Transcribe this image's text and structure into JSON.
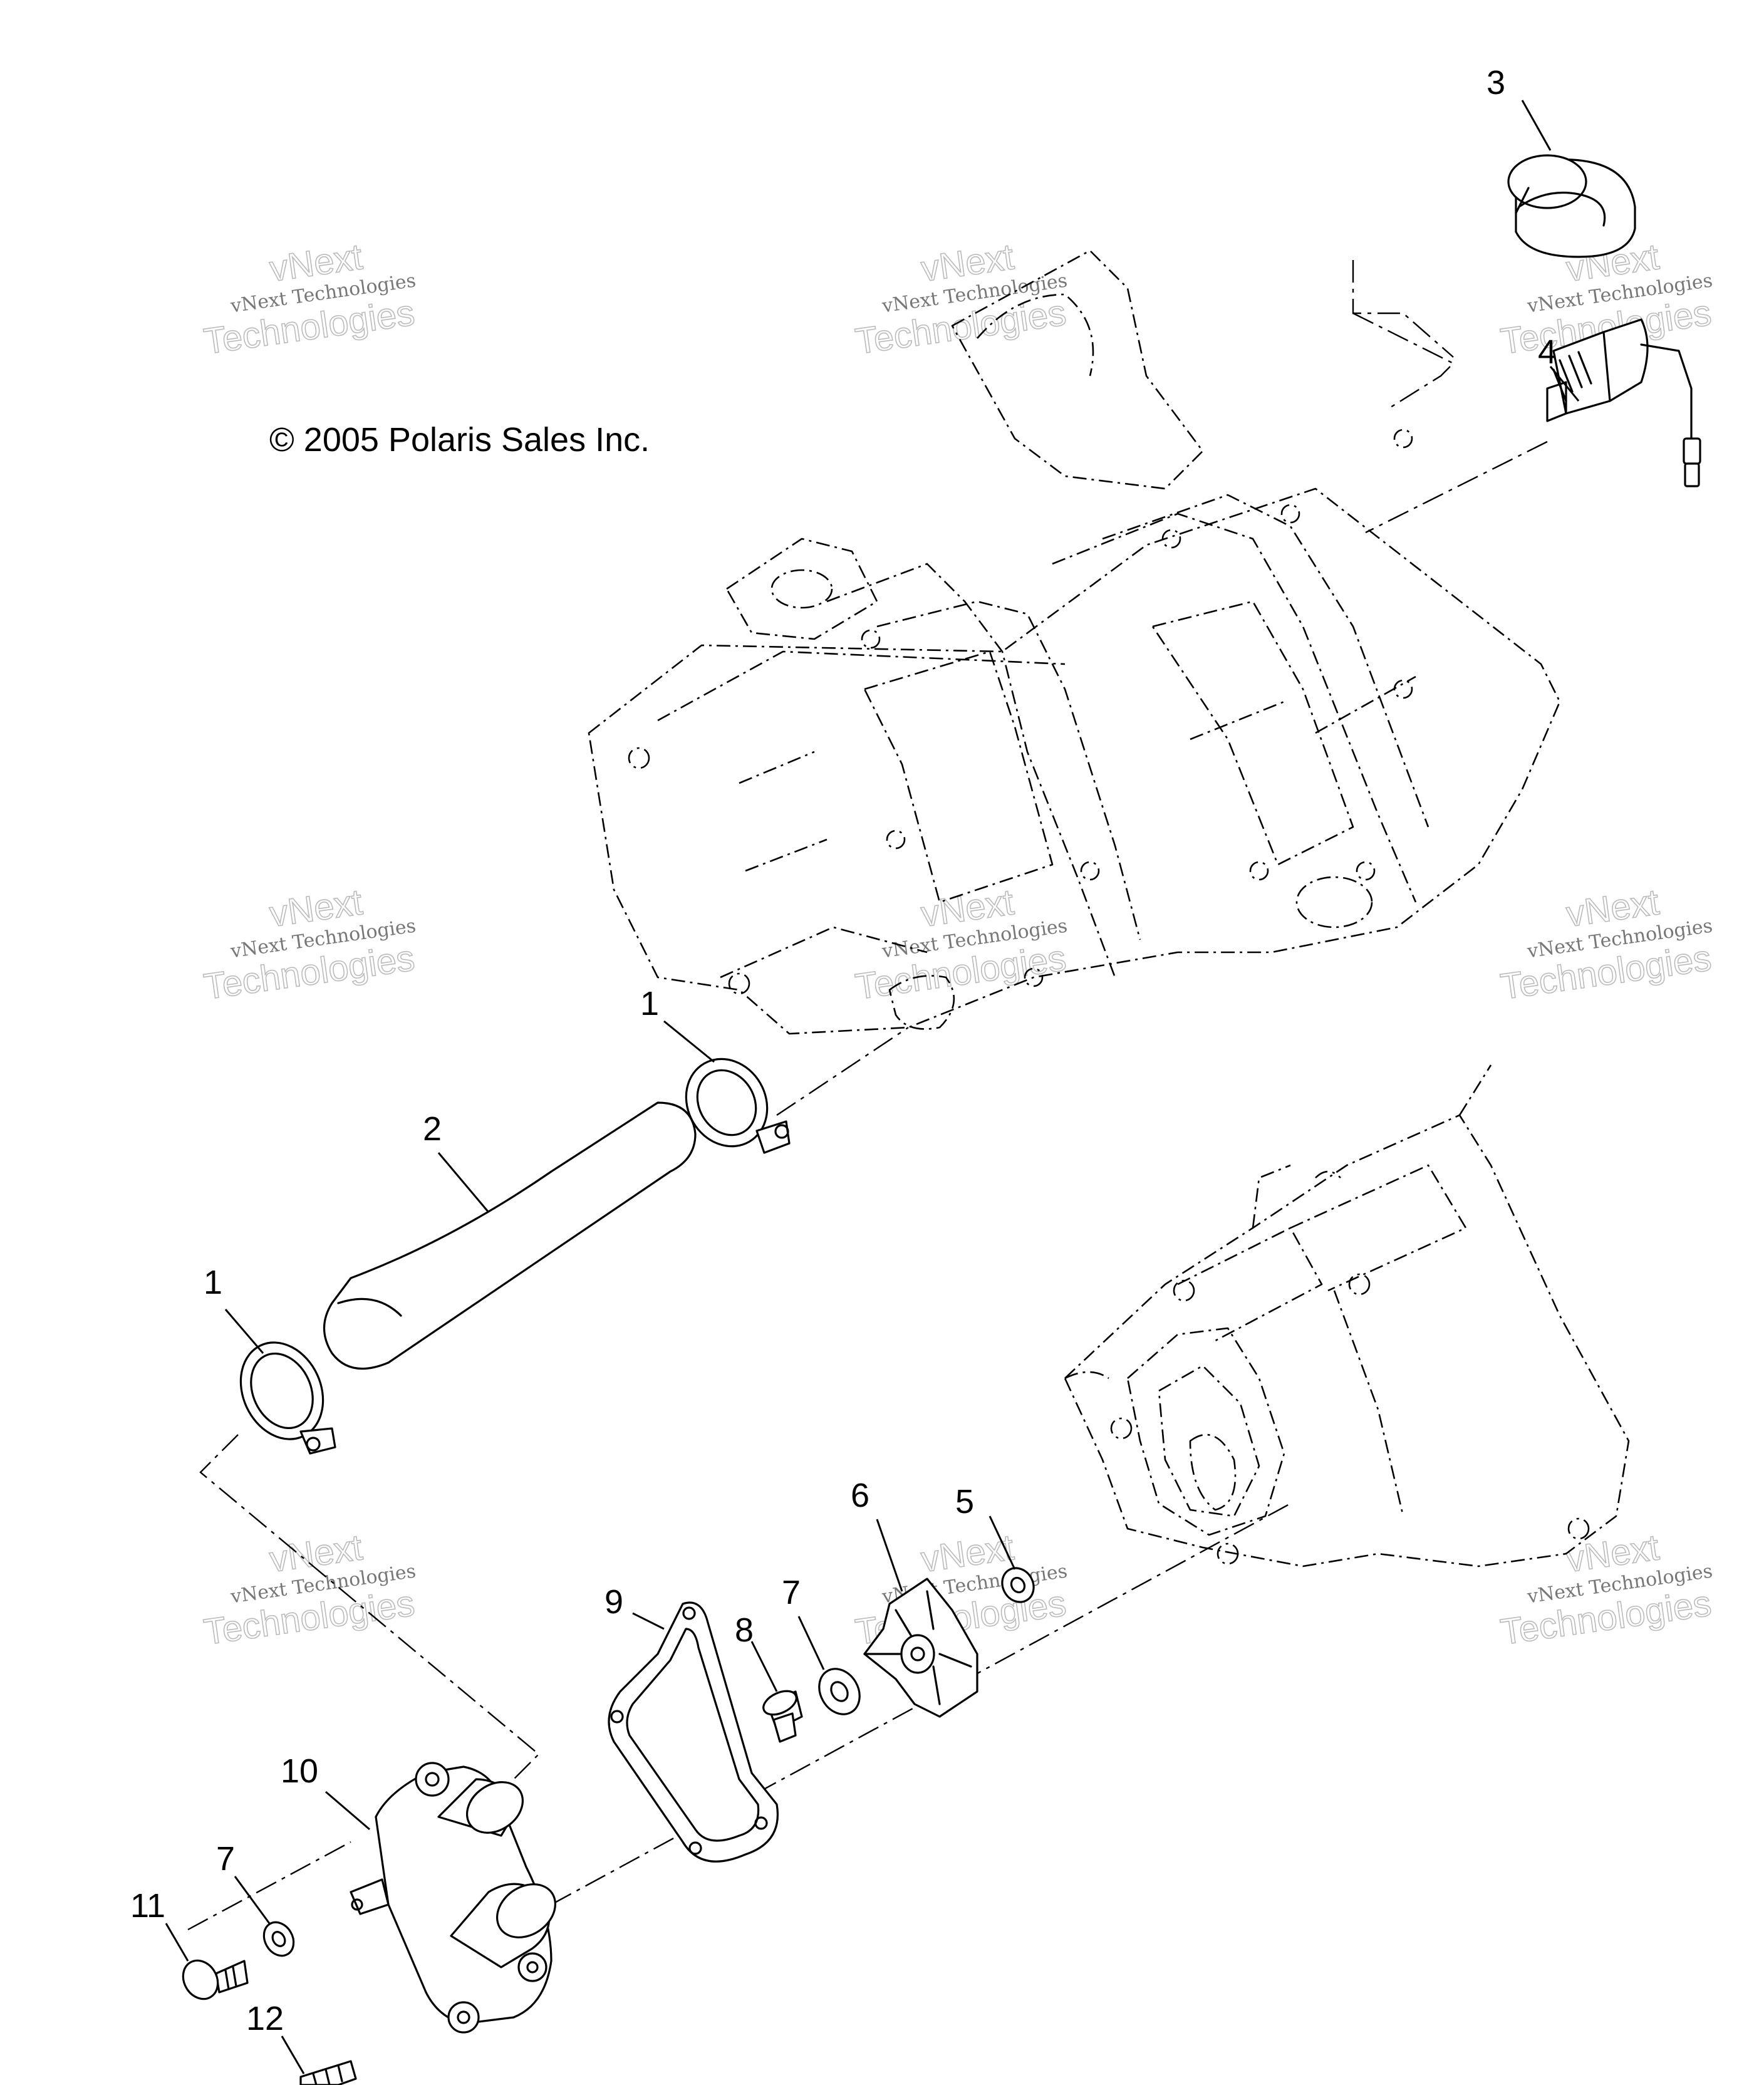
{
  "copyright": "© 2005 Polaris Sales Inc.",
  "watermark": {
    "line1": "vNext Technologies",
    "line2": "vNext",
    "line3": "Technologies"
  },
  "callouts": [
    "1",
    "1",
    "2",
    "3",
    "4",
    "5",
    "6",
    "7",
    "7",
    "8",
    "9",
    "10",
    "11",
    "12"
  ]
}
